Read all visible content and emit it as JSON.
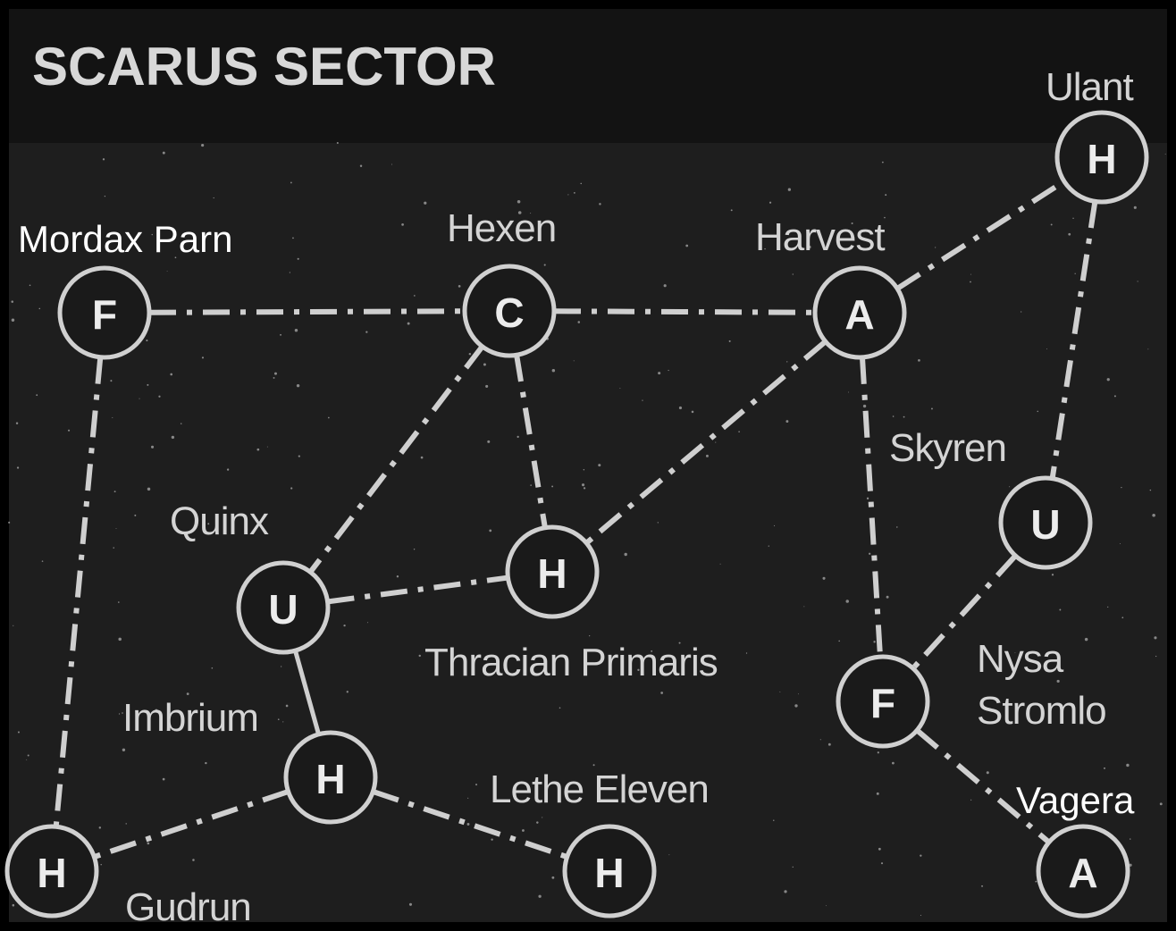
{
  "title": "SCARUS SECTOR",
  "colors": {
    "background": "#1e1e1e",
    "header_band": "#131313",
    "line": "#cfcfcf",
    "text": "#d4d4d4"
  },
  "nodes": [
    {
      "id": "mordax",
      "name": "Mordax Parn",
      "letter": "F"
    },
    {
      "id": "hexen",
      "name": "Hexen",
      "letter": "C"
    },
    {
      "id": "harvest",
      "name": "Harvest",
      "letter": "A"
    },
    {
      "id": "ulant",
      "name": "Ulant",
      "letter": "H"
    },
    {
      "id": "skyren",
      "name": "Skyren",
      "letter": "U"
    },
    {
      "id": "quinx",
      "name": "Quinx",
      "letter": "U"
    },
    {
      "id": "thracian",
      "name": "Thracian Primaris",
      "letter": "H"
    },
    {
      "id": "imbrium",
      "name": "Imbrium",
      "letter": "H"
    },
    {
      "id": "nysa",
      "name": "Nysa Stromlo",
      "letter": "F"
    },
    {
      "id": "gudrun",
      "name": "Gudrun",
      "letter": "H"
    },
    {
      "id": "lethe",
      "name": "Lethe Eleven",
      "letter": "H"
    },
    {
      "id": "vagera",
      "name": "Vagera",
      "letter": "A"
    }
  ],
  "edges": [
    [
      "mordax",
      "hexen"
    ],
    [
      "hexen",
      "harvest"
    ],
    [
      "harvest",
      "ulant"
    ],
    [
      "ulant",
      "skyren"
    ],
    [
      "skyren",
      "nysa"
    ],
    [
      "harvest",
      "nysa"
    ],
    [
      "nysa",
      "vagera"
    ],
    [
      "hexen",
      "quinx"
    ],
    [
      "hexen",
      "thracian"
    ],
    [
      "harvest",
      "thracian"
    ],
    [
      "quinx",
      "thracian"
    ],
    [
      "quinx",
      "imbrium"
    ],
    [
      "imbrium",
      "gudrun"
    ],
    [
      "imbrium",
      "lethe"
    ],
    [
      "mordax",
      "gudrun"
    ]
  ]
}
